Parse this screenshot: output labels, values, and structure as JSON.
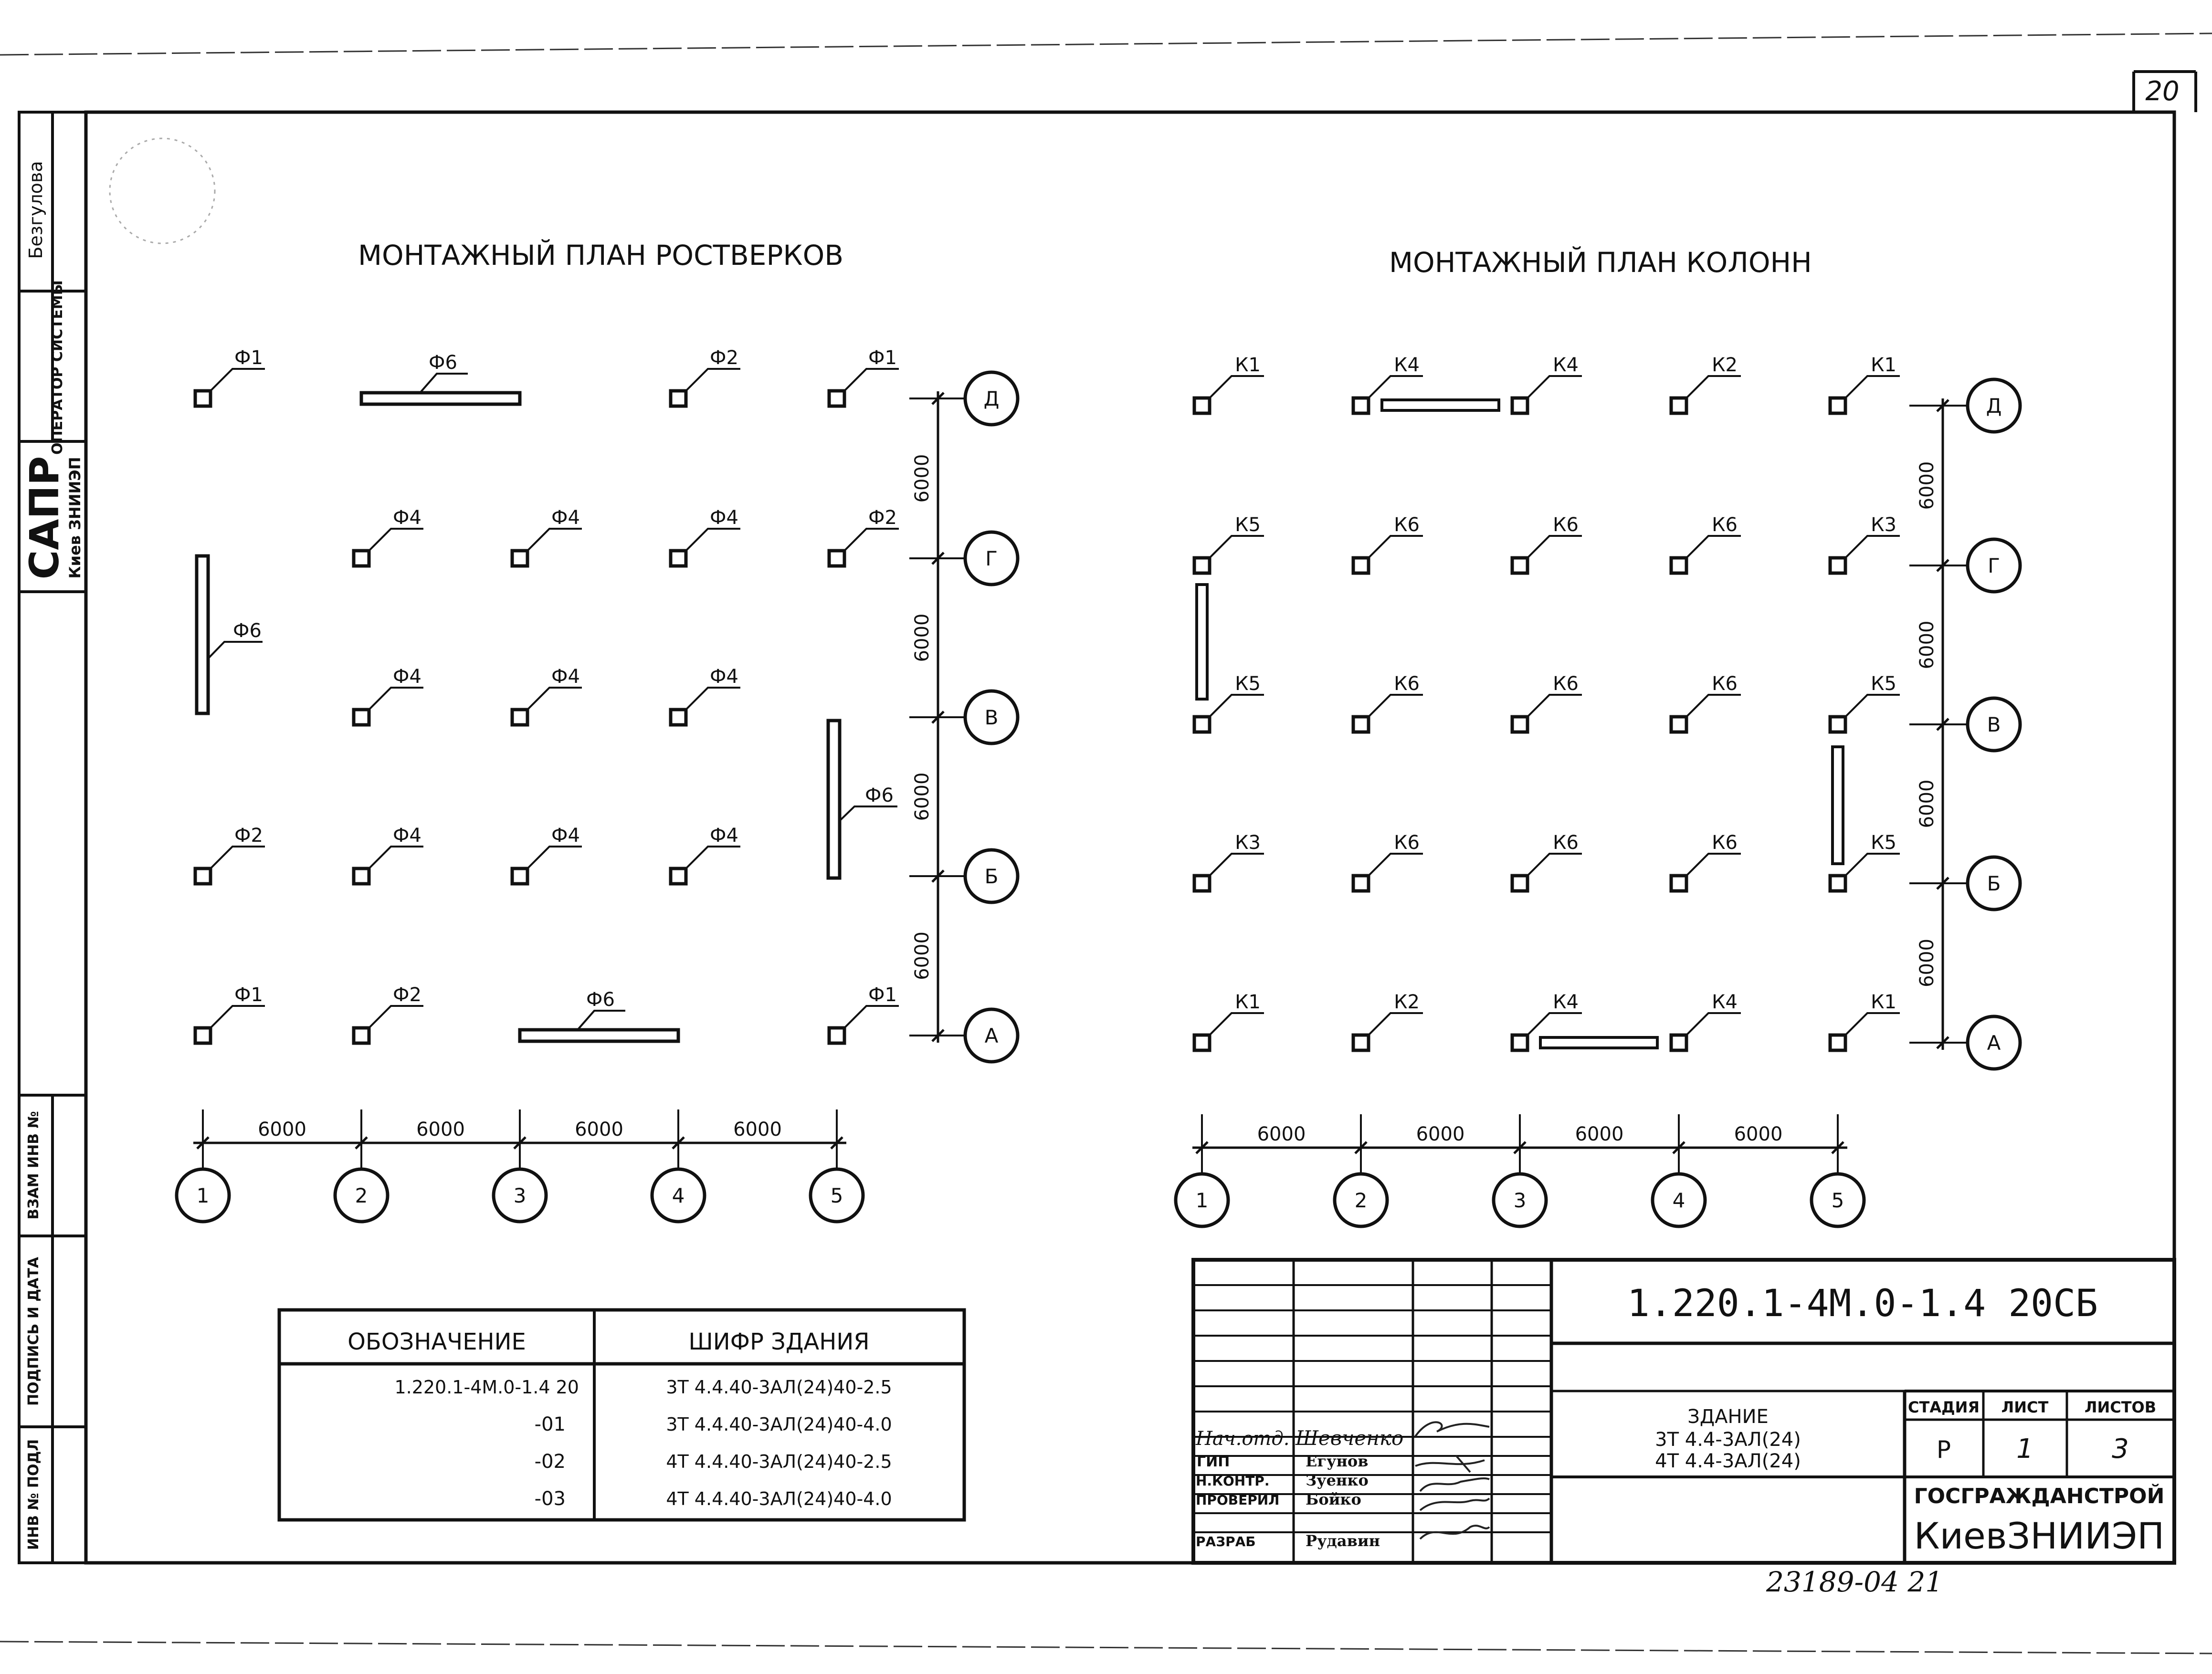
{
  "sheet_number": "20",
  "left_strip": {
    "surname": "Безгулова",
    "operator_label": "ОПЕРАТОР СИСТЕМЫ",
    "sapr_label": "САПР",
    "sapr_org": "Киев ЗНИИЭП",
    "vzam_inv": "ВЗАМ ИНВ №",
    "podpis_data": "ПОДПИСЬ И ДАТА",
    "inv_podl": "ИНВ № ПОДЛ"
  },
  "plan_left": {
    "title": "МОНТАЖНЫЙ ПЛАН РОСТВЕРКОВ",
    "rows": [
      [
        "Ф1",
        "Ф6",
        "Ф2",
        "Ф1"
      ],
      [
        "Ф4",
        "Ф4",
        "Ф4",
        "Ф2"
      ],
      [
        "Ф4",
        "Ф4",
        "Ф4"
      ],
      [
        "Ф2",
        "Ф4",
        "Ф4",
        "Ф4"
      ],
      [
        "Ф1",
        "Ф2",
        "Ф6",
        "Ф1"
      ]
    ],
    "vertical_beam_labels": [
      "Ф6",
      "Ф6"
    ],
    "dims_vertical": [
      "6000",
      "6000",
      "6000",
      "6000"
    ],
    "dims_horizontal": [
      "6000",
      "6000",
      "6000",
      "6000"
    ]
  },
  "plan_right": {
    "title": "МОНТАЖНЫЙ ПЛАН КОЛОНН",
    "rows": [
      [
        "К1",
        "К4",
        "К4",
        "К2",
        "К1"
      ],
      [
        "К5",
        "К6",
        "К6",
        "К6",
        "К3"
      ],
      [
        "К5",
        "К6",
        "К6",
        "К6",
        "К5"
      ],
      [
        "К3",
        "К6",
        "К6",
        "К6",
        "К5"
      ],
      [
        "К1",
        "К2",
        "К4",
        "К4",
        "К1"
      ]
    ],
    "dims_vertical": [
      "6000",
      "6000",
      "6000",
      "6000"
    ],
    "dims_horizontal": [
      "6000",
      "6000",
      "6000",
      "6000"
    ]
  },
  "axes": {
    "rows": [
      "Д",
      "Г",
      "В",
      "Б",
      "А"
    ],
    "cols": [
      "1",
      "2",
      "3",
      "4",
      "5"
    ]
  },
  "spec_table": {
    "headers": [
      "ОБОЗНАЧЕНИЕ",
      "ШИФР ЗДАНИЯ"
    ],
    "rows": [
      [
        "1.220.1-4М.0-1.4 20",
        "3Т 4.4.40-3АЛ(24)40-2.5"
      ],
      [
        "-01",
        "3Т 4.4.40-3АЛ(24)40-4.0"
      ],
      [
        "-02",
        "4Т 4.4.40-3АЛ(24)40-2.5"
      ],
      [
        "-03",
        "4Т 4.4.40-3АЛ(24)40-4.0"
      ]
    ]
  },
  "title_block": {
    "code": "1.220.1-4М.0-1.4 20СБ",
    "building_title": "ЗДАНИЕ",
    "building_line1": "3Т 4.4-3АЛ(24)",
    "building_line2": "4Т 4.4-3АЛ(24)",
    "stage_header": "СТАДИЯ",
    "sheet_header": "ЛИСТ",
    "sheets_header": "ЛИСТОВ",
    "stage": "Р",
    "sheet": "1",
    "sheets": "3",
    "org1": "ГОСГРАЖДАНСТРОЙ",
    "org2": "КиевЗНИИЭП",
    "people": [
      {
        "role": "Нач.отд.",
        "name": "Шевченко"
      },
      {
        "role": "ГИП",
        "name": "Егунов"
      },
      {
        "role": "Н.КОНТР.",
        "name": "Зуенко"
      },
      {
        "role": "ПРОВЕРИЛ",
        "name": "Бойко"
      },
      {
        "role": "РАЗРАБ",
        "name": "Рудавин"
      }
    ]
  },
  "archive_number": "23189-04 21"
}
